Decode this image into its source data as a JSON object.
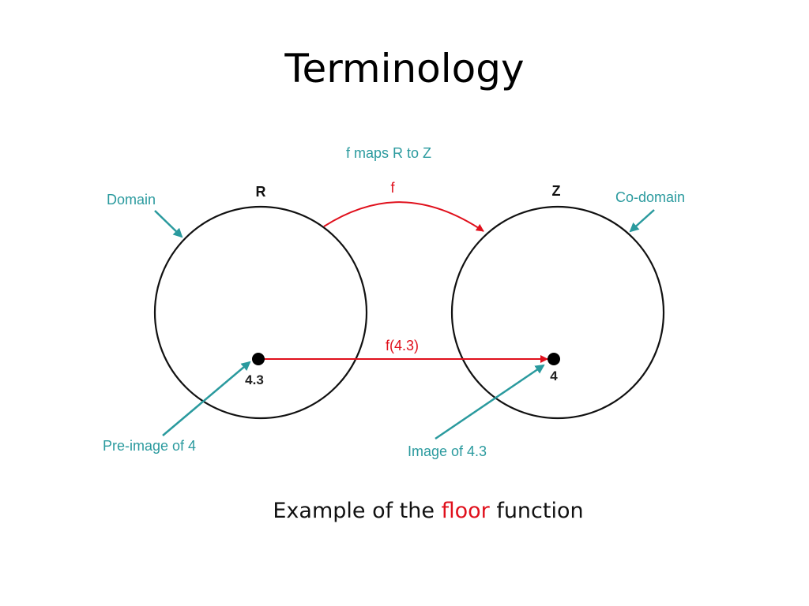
{
  "slide": {
    "title": "Terminology"
  },
  "diagram": {
    "header_label": "f maps R to Z",
    "domain_set_label": "R",
    "codomain_set_label": "Z",
    "map_label": "f",
    "value_map_label": "f(4.3)",
    "domain_point_label": "4.3",
    "codomain_point_label": "4",
    "domain_callout": "Domain",
    "codomain_callout": "Co-domain",
    "preimage_callout": "Pre-image of 4",
    "image_callout": "Image of 4.3"
  },
  "caption": {
    "prefix": "Example of the ",
    "highlight": "floor",
    "suffix": " function"
  },
  "colors": {
    "teal": "#2a9a9e",
    "red": "#e0101c",
    "black": "#000000"
  }
}
